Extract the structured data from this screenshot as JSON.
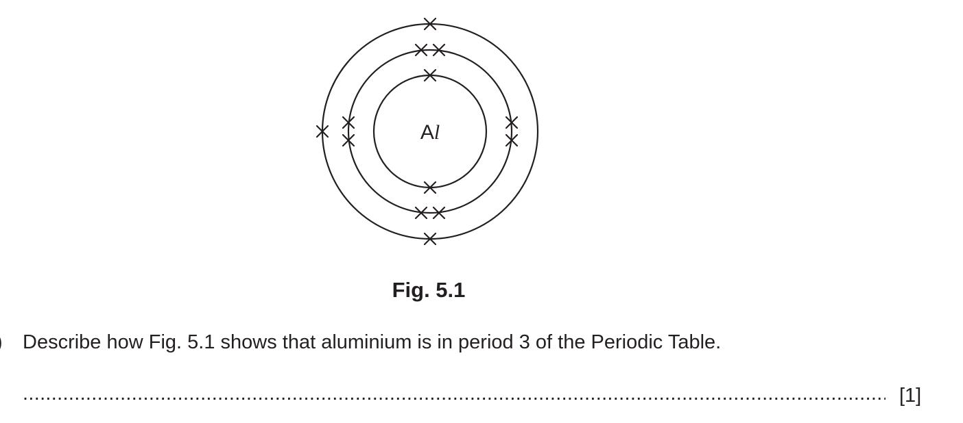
{
  "figure": {
    "element_symbol_main": "A",
    "element_symbol_italic": "l",
    "shells": [
      {
        "name": "inner",
        "electrons": 2
      },
      {
        "name": "middle",
        "electrons": 8
      },
      {
        "name": "outer",
        "electrons": 3
      }
    ],
    "caption": "Fig. 5.1"
  },
  "question": {
    "part_label": ")",
    "text": "Describe how Fig. 5.1 shows that aluminium is in period 3 of the Periodic Table.",
    "answer_line": "..................................................................................................................................................................................................................................................................",
    "marks": "[1]"
  },
  "colors": {
    "ink": "#231f20",
    "background": "#ffffff"
  }
}
